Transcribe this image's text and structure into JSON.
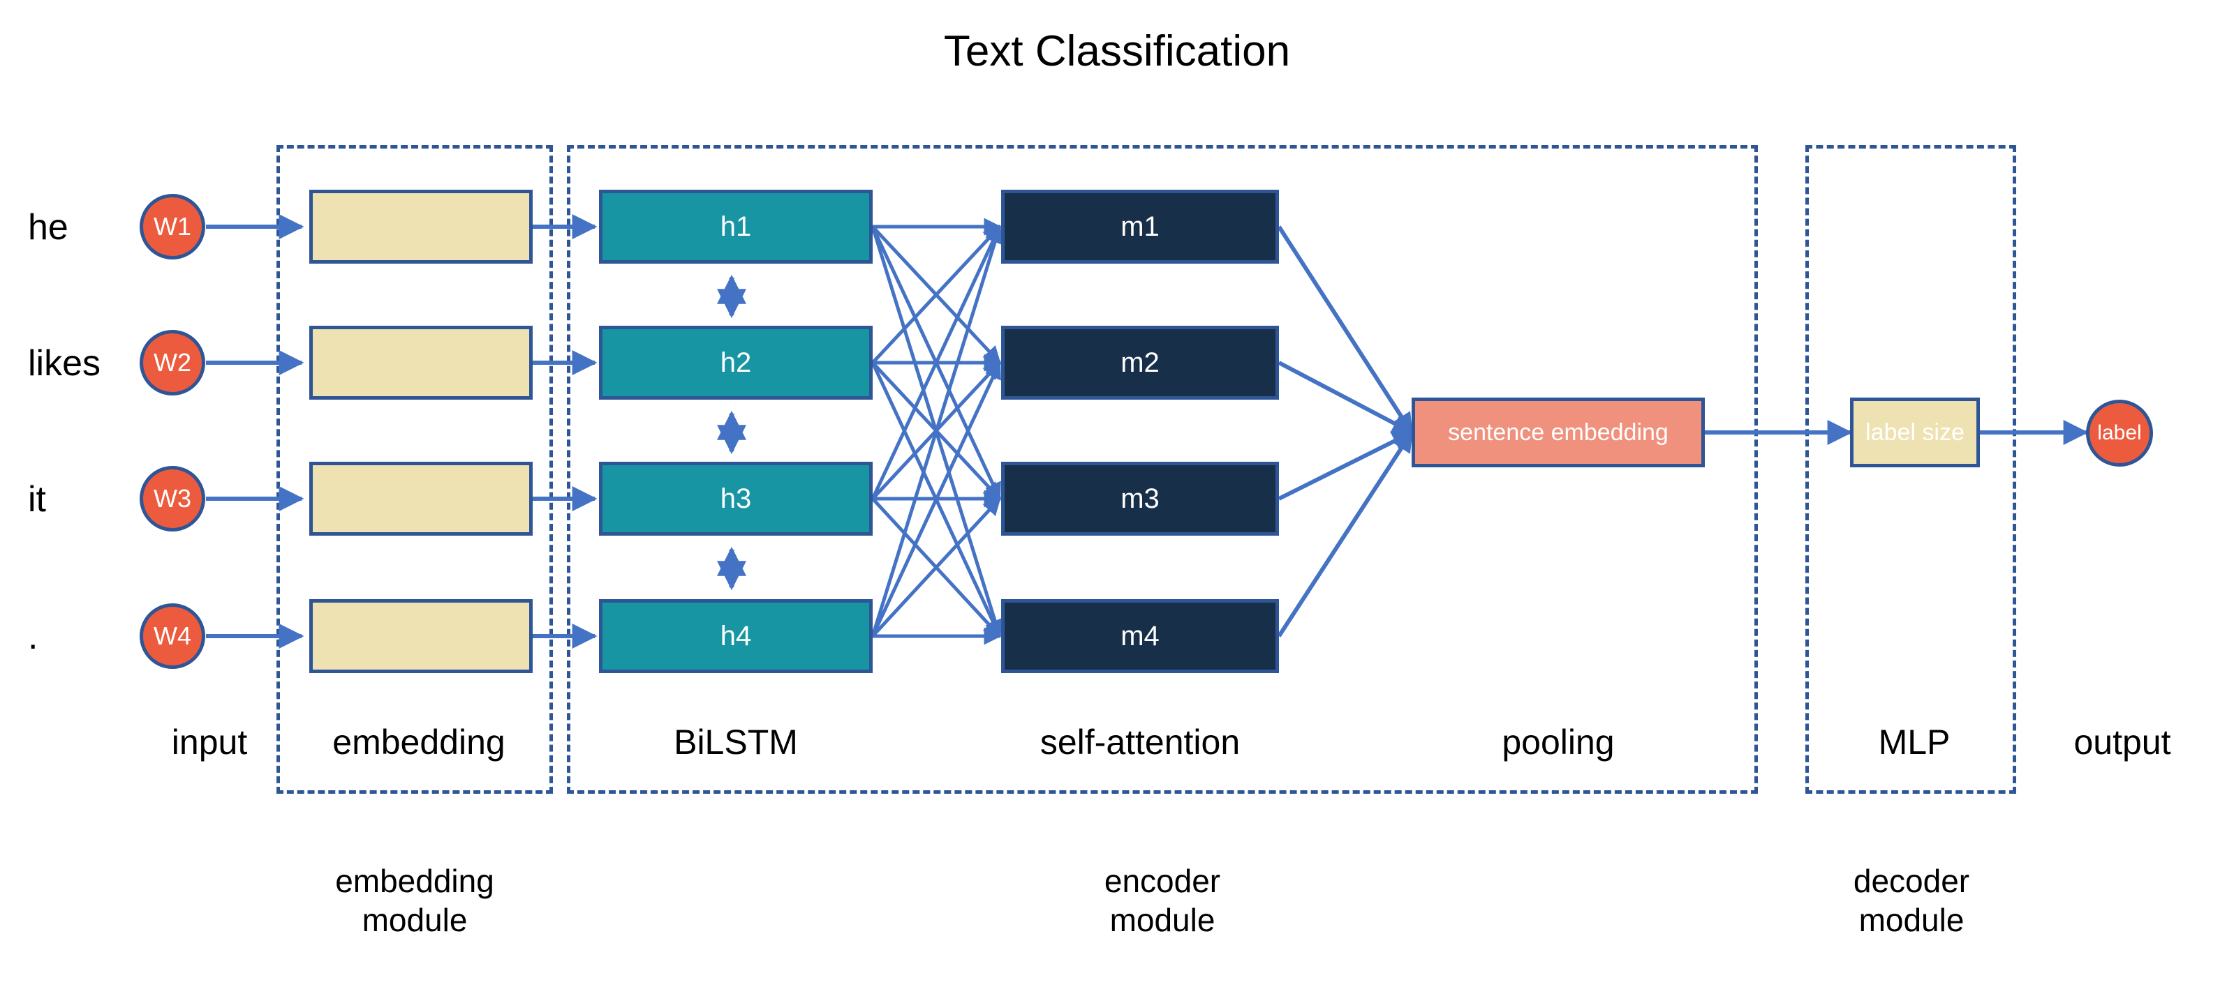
{
  "title": "Text Classification",
  "words": [
    {
      "text": "he",
      "token": "W1"
    },
    {
      "text": "likes",
      "token": "W2"
    },
    {
      "text": "it",
      "token": "W3"
    },
    {
      "text": ".",
      "token": "W4"
    }
  ],
  "embedding_boxes": [
    {
      "label": ""
    },
    {
      "label": ""
    },
    {
      "label": ""
    },
    {
      "label": ""
    }
  ],
  "bilstm_states": [
    {
      "label": "h1"
    },
    {
      "label": "h2"
    },
    {
      "label": "h3"
    },
    {
      "label": "h4"
    }
  ],
  "attention_states": [
    {
      "label": "m1"
    },
    {
      "label": "m2"
    },
    {
      "label": "m3"
    },
    {
      "label": "m4"
    }
  ],
  "pooling": {
    "label": "sentence embedding"
  },
  "mlp": {
    "label": "label size"
  },
  "output": {
    "label": "label"
  },
  "stage_captions": {
    "input": "input",
    "embedding": "embedding",
    "bilstm": "BiLSTM",
    "self_attention": "self-attention",
    "pooling": "pooling",
    "mlp": "MLP",
    "output": "output"
  },
  "module_captions": {
    "embedding_line1": "embedding",
    "embedding_line2": "module",
    "encoder_line1": "encoder",
    "encoder_line2": "module",
    "decoder_line1": "decoder",
    "decoder_line2": "module"
  },
  "colors": {
    "border_blue": "#2E5596",
    "arrow_blue": "#4472C4",
    "word_circle": "#EC5B3E",
    "embedding_box": "#EFE2B2",
    "bilstm_box": "#1795A3",
    "attention_box": "#172F49",
    "pooling_box": "#F0917E",
    "mlp_box": "#EFE2B2",
    "background": "#FFFFFF",
    "text_dark": "#000000",
    "text_light": "#FFFFFF"
  }
}
